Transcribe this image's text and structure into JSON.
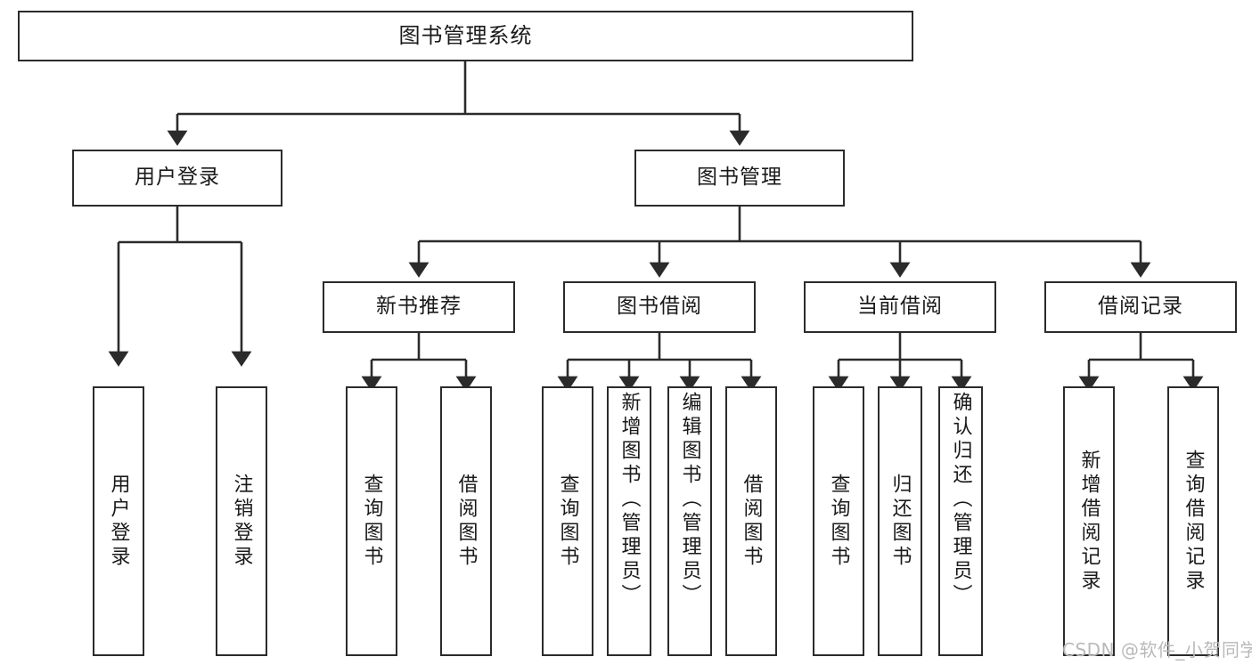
{
  "diagram": {
    "title": "图书管理系统",
    "type": "hierarchy-tree",
    "root": {
      "label": "图书管理系统"
    },
    "level2": [
      {
        "label": "用户登录"
      },
      {
        "label": "图书管理"
      }
    ],
    "level3": [
      {
        "label": "新书推荐"
      },
      {
        "label": "图书借阅"
      },
      {
        "label": "当前借阅"
      },
      {
        "label": "借阅记录"
      }
    ],
    "leaves": {
      "user_login": [
        {
          "label": "用户登录"
        },
        {
          "label": "注销登录"
        }
      ],
      "new_book_recommend": [
        {
          "label": "查询图书"
        },
        {
          "label": "借阅图书"
        }
      ],
      "book_borrow": [
        {
          "label": "查询图书"
        },
        {
          "label": "新增图书（管理员）"
        },
        {
          "label": "编辑图书（管理员）"
        },
        {
          "label": "借阅图书"
        }
      ],
      "current_borrow": [
        {
          "label": "查询图书"
        },
        {
          "label": "归还图书"
        },
        {
          "label": "确认归还（管理员）"
        }
      ],
      "borrow_record": [
        {
          "label": "新增借阅记录"
        },
        {
          "label": "查询借阅记录"
        }
      ]
    }
  },
  "watermark": {
    "text": "CSDN @软件_小贺同学"
  },
  "colors": {
    "border": "#2b2b2b",
    "text": "#1a1a1a",
    "background": "#ffffff",
    "watermark": "#b9b9b9"
  }
}
